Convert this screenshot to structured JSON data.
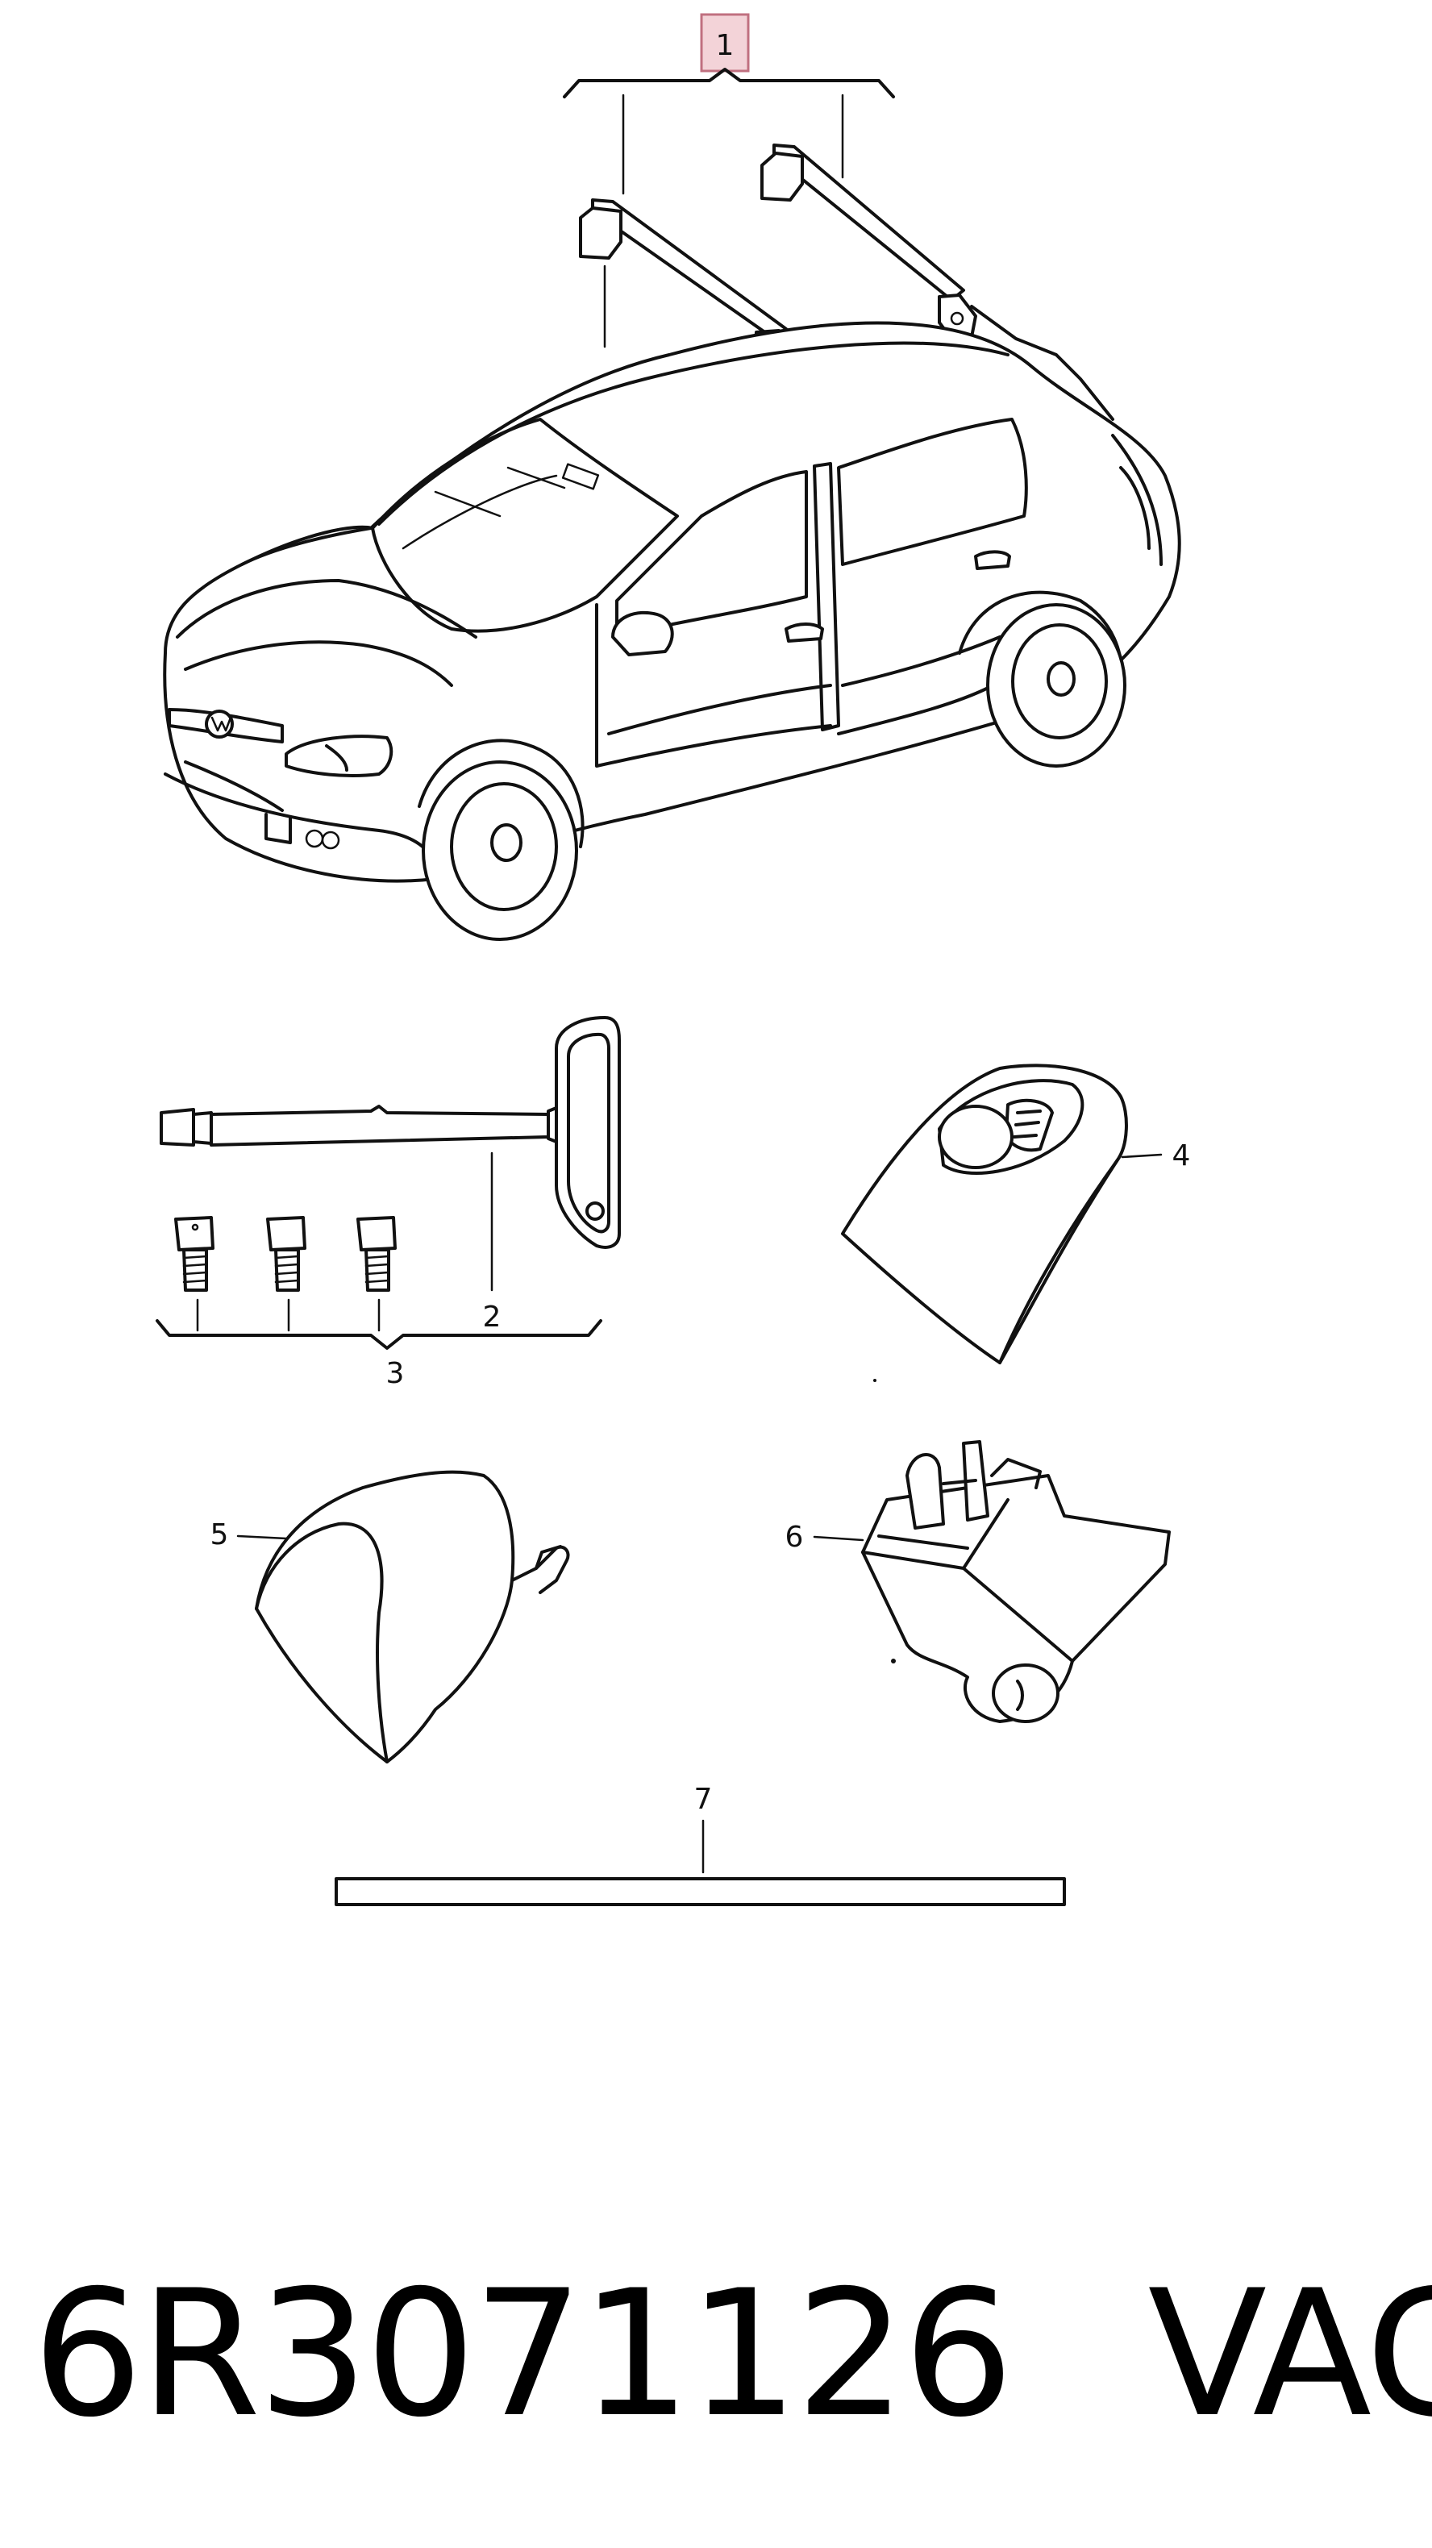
{
  "callouts": {
    "c1": "1",
    "c2": "2",
    "c3": "3",
    "c4": "4",
    "c5": "5",
    "c6": "6",
    "c7": "7"
  },
  "highlight_color": "#f3d3d8",
  "caption": {
    "part_number": "6R3071126",
    "brand": "VAG"
  }
}
